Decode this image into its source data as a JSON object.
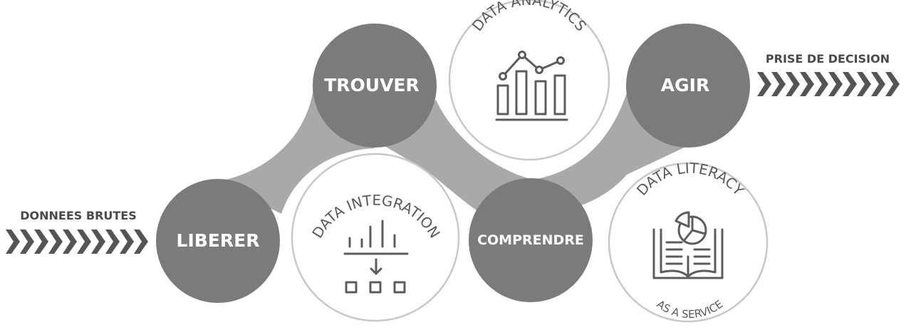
{
  "input_label": "DONNEES BRUTES",
  "output_label": "PRISE DE DECISION",
  "steps": {
    "liberer": "LIBERER",
    "trouver": "TROUVER",
    "comprendre": "COMPRENDRE",
    "agir": "AGIR"
  },
  "services": {
    "integration": {
      "title": "DATA INTEGRATION",
      "icon": "data-integration-icon"
    },
    "analytics": {
      "title": "DATA ANALYTICS",
      "icon": "line-bar-chart-icon"
    },
    "literacy": {
      "title": "DATA LITERACY",
      "subtitle": "AS A SERVICE",
      "icon": "open-book-pie-chart-icon"
    }
  },
  "colors": {
    "step_circle": "#7b7b7b",
    "connector": "#a9a9a9",
    "service_outline": "#c8c8c8",
    "chevron": "#555555",
    "text_dark": "#4a4a4a"
  }
}
